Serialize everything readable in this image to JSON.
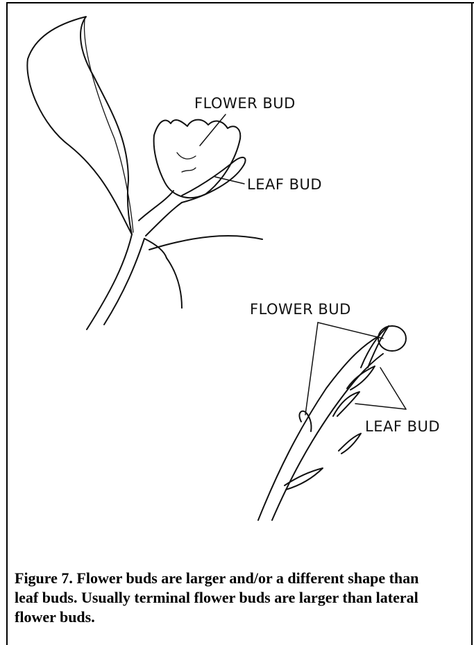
{
  "labels": {
    "top_flower_bud": "FLOWER BUD",
    "top_leaf_bud": "LEAF BUD",
    "bottom_flower_bud": "FLOWER BUD",
    "bottom_leaf_bud": "LEAF BUD"
  },
  "caption": "Figure 7.  Flower buds are larger and/or a different shape than leaf buds.  Usually terminal flower buds are larger than lateral flower buds."
}
